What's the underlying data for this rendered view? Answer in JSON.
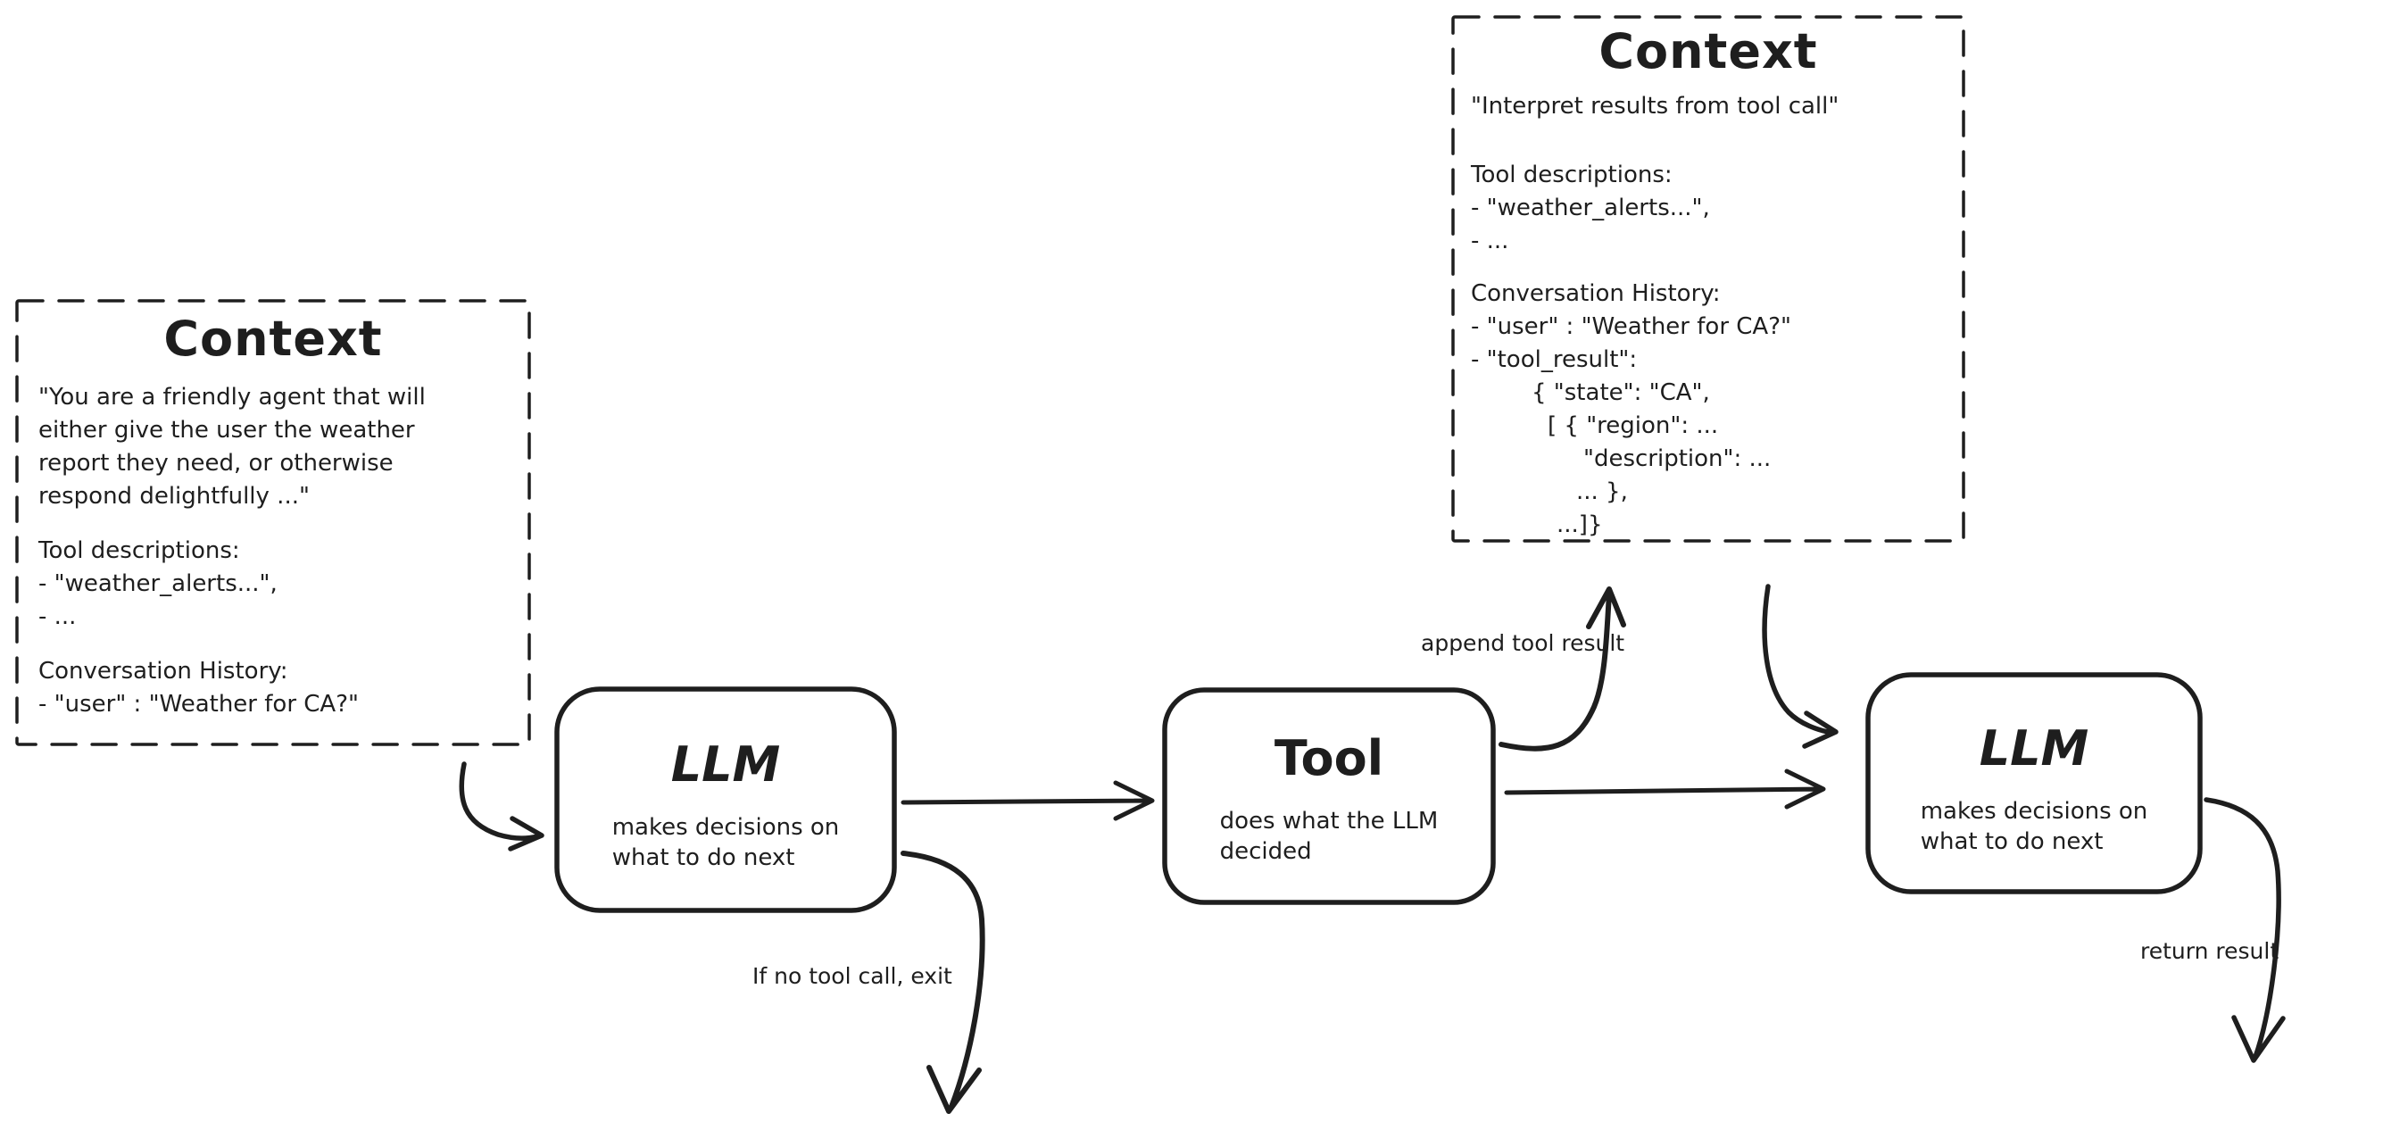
{
  "ink_color": "#1e1e1e",
  "background_color": "#ffffff",
  "context_left": {
    "title": "Context",
    "system_prompt": "\"You are a friendly agent that will\neither give the user the weather\nreport they need, or otherwise\nrespond delightfully ...\"",
    "tool_desc_header": "Tool descriptions:",
    "tool_desc_item_1": "- \"weather_alerts...\",",
    "tool_desc_item_2": "- ...",
    "conversation_header": "Conversation History:",
    "conversation_item_1": "- \"user\" : \"Weather for CA?\""
  },
  "context_right": {
    "title": "Context",
    "instruction": "\"Interpret results from tool call\"",
    "tool_desc_header": "Tool descriptions:",
    "tool_desc_item_1": "- \"weather_alerts...\",",
    "tool_desc_item_2": "- ...",
    "conversation_header": "Conversation History:",
    "conv_lines": [
      "- \"user\" : \"Weather for CA?\"",
      "- \"tool_result\":",
      "{ \"state\": \"CA\",",
      "[ { \"region\": ...",
      "\"description\": ...",
      "... },",
      "...]}"
    ]
  },
  "nodes": {
    "llm1": {
      "title": "LLM",
      "desc": "makes decisions on\nwhat to do next"
    },
    "tool": {
      "title": "Tool",
      "desc": "does what the LLM\ndecided"
    },
    "llm2": {
      "title": "LLM",
      "desc": "makes decisions on\nwhat to do next"
    }
  },
  "edge_labels": {
    "append_tool_result": "append tool result",
    "no_tool_exit": "If no tool call, exit",
    "return_result": "return result"
  }
}
